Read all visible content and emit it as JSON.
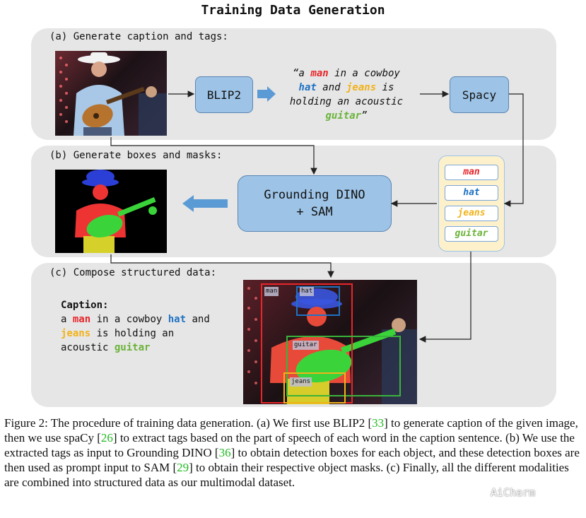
{
  "title": "Training Data Generation",
  "panels": {
    "a_label": "(a) Generate caption and tags:",
    "b_label": "(b) Generate boxes and masks:",
    "c_label": "(c) Compose structured data:"
  },
  "boxes": {
    "blip2": "BLIP2",
    "spacy": "Spacy",
    "grounding_line1": "Grounding DINO",
    "grounding_line2": "+ SAM"
  },
  "quote": {
    "open": "“a ",
    "man": "man",
    "mid1": " in a cowboy ",
    "hat": "hat",
    "mid2": " and ",
    "jeans": "jeans",
    "mid3": " is holding an acoustic ",
    "guitar": "guitar",
    "close": "”"
  },
  "tags": [
    "man",
    "hat",
    "jeans",
    "guitar"
  ],
  "colors": {
    "man": "#e8262a",
    "hat": "#1f72c4",
    "jeans": "#f2b21a",
    "guitar": "#6bb33a",
    "panel": "#e6e6e6",
    "box": "#9dc3e6"
  },
  "composed": {
    "heading": "Caption:",
    "p1": "a ",
    "man": "man",
    "p2": " in a cowboy ",
    "hat": "hat",
    "p3": " and",
    "jeans": "jeans",
    "p4": " is holding an",
    "p5": "acoustic ",
    "guitar": "guitar"
  },
  "box_labels": {
    "man": "man",
    "hat": "hat",
    "guitar": "guitar",
    "jeans": "jeans"
  },
  "figure_caption": {
    "t1": "Figure 2: The procedure of training data generation. (a) We first use BLIP2 [",
    "r1": "33",
    "t2": "] to generate caption of the given image, then we use spaCy [",
    "r2": "26",
    "t3": "] to extract tags based on the part of speech of each word in the caption sentence. (b) We use the extracted tags as input to Grounding DINO [",
    "r3": "36",
    "t4": "] to obtain detection boxes for each object, and these detection boxes are then used as prompt input to SAM [",
    "r4": "29",
    "t5": "] to obtain their respective object masks. (c) Finally, all the different modalities are combined into structured data as our multimodal dataset."
  },
  "watermark": "AiCharm"
}
